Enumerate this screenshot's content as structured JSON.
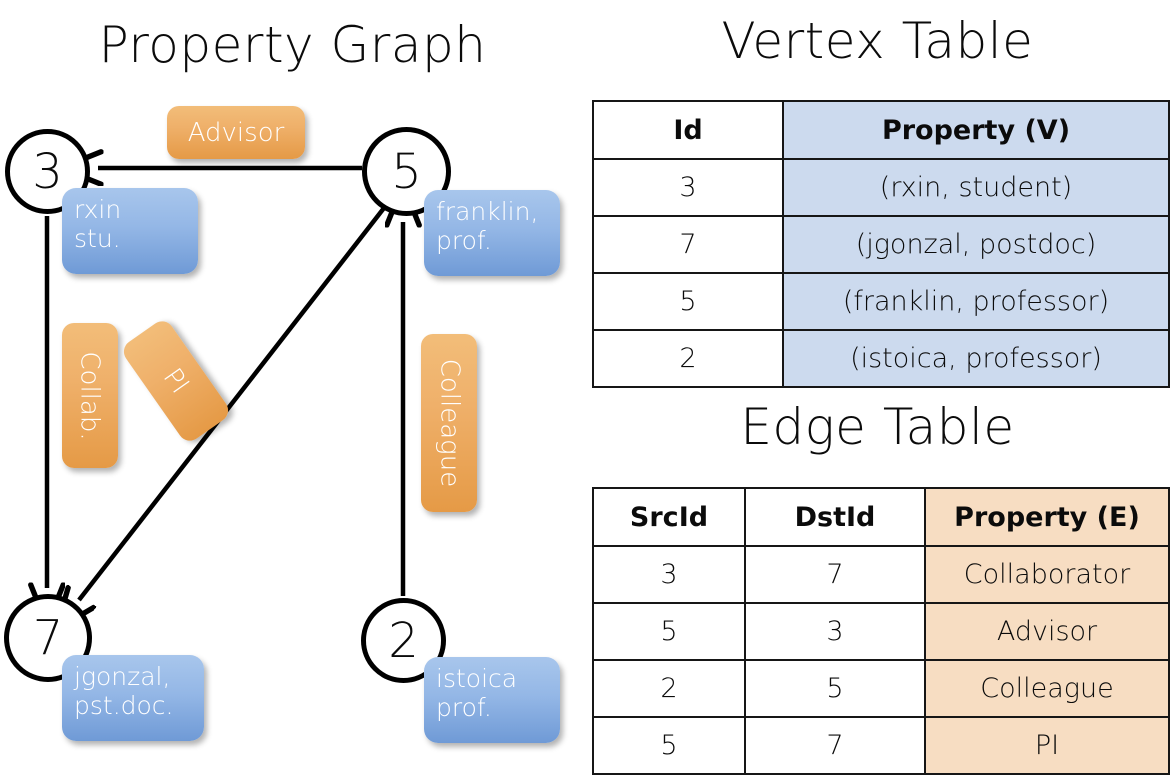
{
  "titles": {
    "property_graph": "Property Graph",
    "vertex_table": "Vertex Table",
    "edge_table": "Edge Table"
  },
  "graph": {
    "nodes": [
      {
        "id": "3",
        "label": "3",
        "property_lines": [
          "rxin",
          "stu."
        ]
      },
      {
        "id": "5",
        "label": "5",
        "property_lines": [
          "franklin,",
          "prof."
        ]
      },
      {
        "id": "7",
        "label": "7",
        "property_lines": [
          "jgonzal,",
          "pst.doc."
        ]
      },
      {
        "id": "2",
        "label": "2",
        "property_lines": [
          "istoica",
          "prof."
        ]
      }
    ],
    "edge_labels": [
      {
        "name": "advisor",
        "text": "Advisor"
      },
      {
        "name": "collab",
        "text": "Collab."
      },
      {
        "name": "pi",
        "text": "PI"
      },
      {
        "name": "colleague",
        "text": "Colleague"
      }
    ],
    "edges": [
      {
        "src": "5",
        "dst": "3",
        "label": "Advisor"
      },
      {
        "src": "3",
        "dst": "7",
        "label": "Collab."
      },
      {
        "src": "5",
        "dst": "7",
        "label": "PI"
      },
      {
        "src": "2",
        "dst": "5",
        "label": "Colleague"
      }
    ]
  },
  "vertex_table": {
    "headers": [
      "Id",
      "Property (V)"
    ],
    "rows": [
      {
        "id": "3",
        "property": "(rxin, student)"
      },
      {
        "id": "7",
        "property": "(jgonzal, postdoc)"
      },
      {
        "id": "5",
        "property": "(franklin, professor)"
      },
      {
        "id": "2",
        "property": "(istoica, professor)"
      }
    ]
  },
  "edge_table": {
    "headers": [
      "SrcId",
      "DstId",
      "Property (E)"
    ],
    "rows": [
      {
        "src": "3",
        "dst": "7",
        "property": "Collaborator"
      },
      {
        "src": "5",
        "dst": "3",
        "property": "Advisor"
      },
      {
        "src": "2",
        "dst": "5",
        "property": "Colleague"
      },
      {
        "src": "5",
        "dst": "7",
        "property": "PI"
      }
    ]
  },
  "colors": {
    "vertex_property_fill": "#ccdaee",
    "edge_property_fill": "#f7ddc2",
    "node_box_blue": "#94b7e6",
    "edge_label_orange": "#efb06a",
    "stroke": "#000000"
  }
}
